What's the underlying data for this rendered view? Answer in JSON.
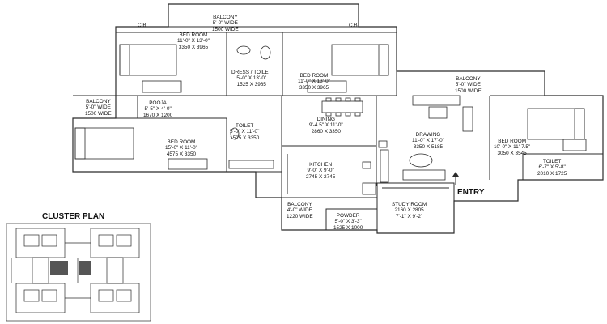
{
  "rooms": {
    "balcony_top": [
      "BALCONY",
      "5'-0\" WIDE",
      "1500 WIDE"
    ],
    "cb_left": "C.B",
    "cb_right": "C.B",
    "bed_room_1": [
      "BED ROOM",
      "11'-0\" X 13'-0\"",
      "3350 X 3965"
    ],
    "dress_toilet": [
      "DRESS / TOILET",
      "5'-0\" X 13'-0\"",
      "1525 X 3965"
    ],
    "bed_room_2": [
      "BED ROOM",
      "11'-0\" X 13'-0\"",
      "3350 X 3965"
    ],
    "balcony_right": [
      "BALCONY",
      "5'-0\" WIDE",
      "1500 WIDE"
    ],
    "balcony_left": [
      "BALCONY",
      "5'-0\" WIDE",
      "1500 WIDE"
    ],
    "pooja": [
      "POOJA",
      "5'-5\" X 4'-0\"",
      "1670 X 1200"
    ],
    "dining": [
      "DINING",
      "9'-4.5\" X 11'-0\"",
      "2860 X 3350"
    ],
    "bed_room_3": [
      "BED ROOM",
      "15'-0\" X 11'-0\"",
      "4575 X 3350"
    ],
    "toilet_mid": [
      "TOILET",
      "5'-0\" X 11'-0\"",
      "1525 X 3350"
    ],
    "drawing": [
      "DRAWING",
      "11'-0\" X 17'-0\"",
      "3350 X 5185"
    ],
    "bed_room_4": [
      "BED ROOM",
      "10'-0\" X 11'-7.5\"",
      "3050 X 3545"
    ],
    "toilet_right": [
      "TOILET",
      "6'-7\" X 5'-8\"",
      "2010 X 1725"
    ],
    "kitchen": [
      "KITCHEN",
      "9'-0\" X 9'-0\"",
      "2745 X 2745"
    ],
    "balcony_bottom": [
      "BALCONY",
      "4'-0\" WIDE",
      "1220 WIDE"
    ],
    "powder": [
      "POWDER",
      "5'-0\" X 3'-3\"",
      "1525 X 1000"
    ],
    "study_room": [
      "STUDY ROOM",
      "2160 X 2805",
      "7'-1\" X 9'-2\""
    ]
  },
  "entry_label": "ENTRY",
  "cluster_plan_title": "CLUSTER PLAN",
  "colors": {
    "line": "#2b2b2b",
    "hatch": "#555555",
    "background": "#ffffff"
  }
}
